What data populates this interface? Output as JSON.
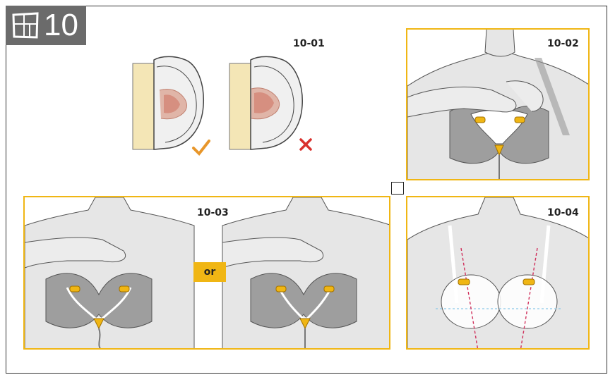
{
  "step": {
    "number": "10",
    "icon": "page-layout-icon"
  },
  "labels": {
    "p1": "10-01",
    "p2": "10-02",
    "p3": "10-03",
    "p4": "10-04"
  },
  "or_text": "or",
  "marks": {
    "correct": "check-icon",
    "wrong": "cross-icon"
  },
  "colors": {
    "accent": "#f0b614",
    "correct": "#e8962a",
    "wrong": "#d9302c",
    "badge": "#6b6b6b"
  }
}
